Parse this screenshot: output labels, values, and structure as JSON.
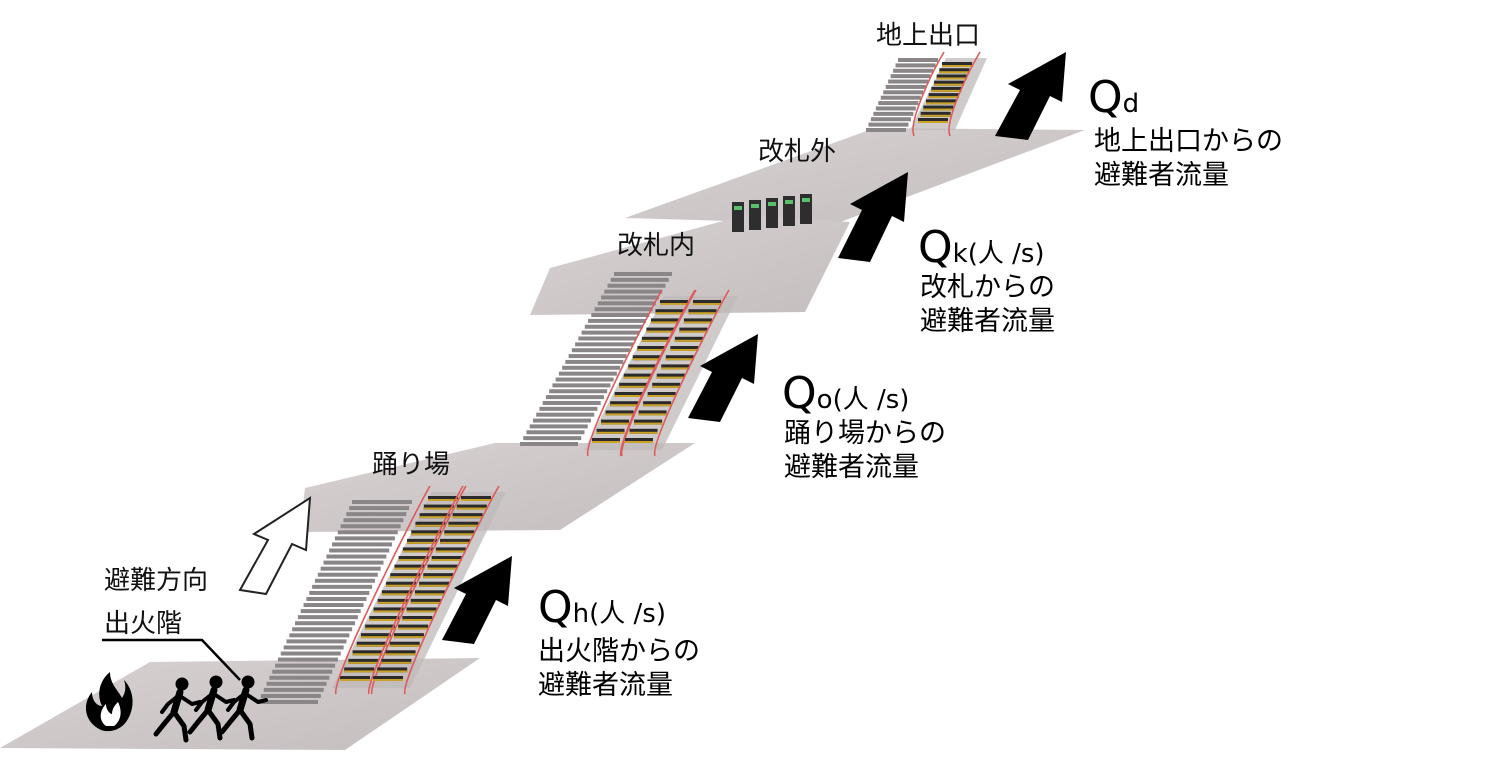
{
  "levels": {
    "exit": "地上出口",
    "outside_gate": "改札外",
    "inside_gate": "改札内",
    "landing": "踊り場",
    "fire_floor": "出火階"
  },
  "direction_label": "避難方向",
  "flows": {
    "d": {
      "letter": "Q",
      "sub": "d",
      "unit": "",
      "line1": "地上出口からの",
      "line2": "避難者流量"
    },
    "k": {
      "letter": "Q",
      "sub": "k",
      "unit": "(人 /s)",
      "line1": "改札からの",
      "line2": "避難者流量"
    },
    "o": {
      "letter": "Q",
      "sub": "o",
      "unit": "(人 /s)",
      "line1": "踊り場からの",
      "line2": "避難者流量"
    },
    "h": {
      "letter": "Q",
      "sub": "h",
      "unit": "(人 /s)",
      "line1": "出火階からの",
      "line2": "避難者流量"
    }
  },
  "icons": [
    "fire-icon",
    "running-people-icon",
    "ticket-gate-icon",
    "escalator-icon",
    "stairs-icon"
  ],
  "colors": {
    "floor": "#cdc7c8",
    "arrow": "#000000",
    "escalator_handrail": "#e05a5a",
    "escalator_step": "#c9a227"
  }
}
